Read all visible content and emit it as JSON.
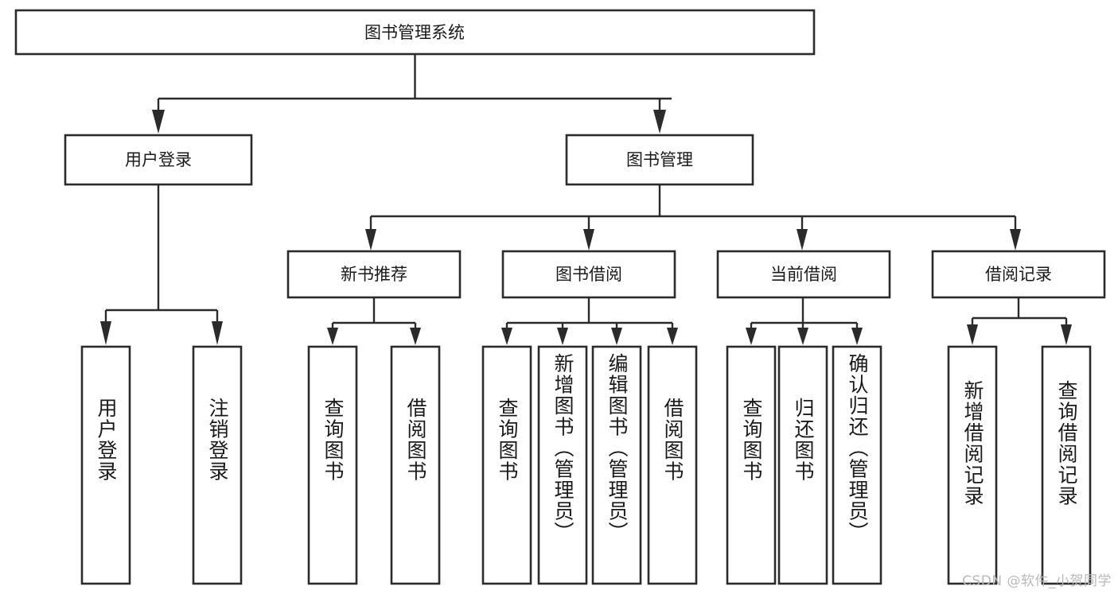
{
  "diagram": {
    "type": "tree",
    "title": "图书管理系统",
    "orientation": "top-down",
    "colors": {
      "background": "#ffffff",
      "box_fill": "#ffffff",
      "box_stroke": "#2b2b2b",
      "text": "#1a1a1a",
      "watermark": "#b9b9b9"
    },
    "root": {
      "label": "图书管理系统"
    },
    "level2": [
      {
        "label": "用户登录"
      },
      {
        "label": "图书管理"
      }
    ],
    "level3": [
      {
        "label": "新书推荐"
      },
      {
        "label": "图书借阅"
      },
      {
        "label": "当前借阅"
      },
      {
        "label": "借阅记录"
      }
    ],
    "leaves": {
      "user_login": [
        {
          "label": "用户登录"
        },
        {
          "label": "注销登录"
        }
      ],
      "new_book_recommend": [
        {
          "label": "查询图书"
        },
        {
          "label": "借阅图书"
        }
      ],
      "book_borrow": [
        {
          "label": "查询图书"
        },
        {
          "label": "新增图书（管理员）"
        },
        {
          "label": "编辑图书（管理员）"
        },
        {
          "label": "借阅图书"
        }
      ],
      "current_borrow": [
        {
          "label": "查询图书"
        },
        {
          "label": "归还图书"
        },
        {
          "label": "确认归还（管理员）"
        }
      ],
      "borrow_record": [
        {
          "label": "新增借阅记录"
        },
        {
          "label": "查询借阅记录"
        }
      ]
    }
  },
  "watermark": {
    "text": "CSDN @软件_小贺同学"
  }
}
